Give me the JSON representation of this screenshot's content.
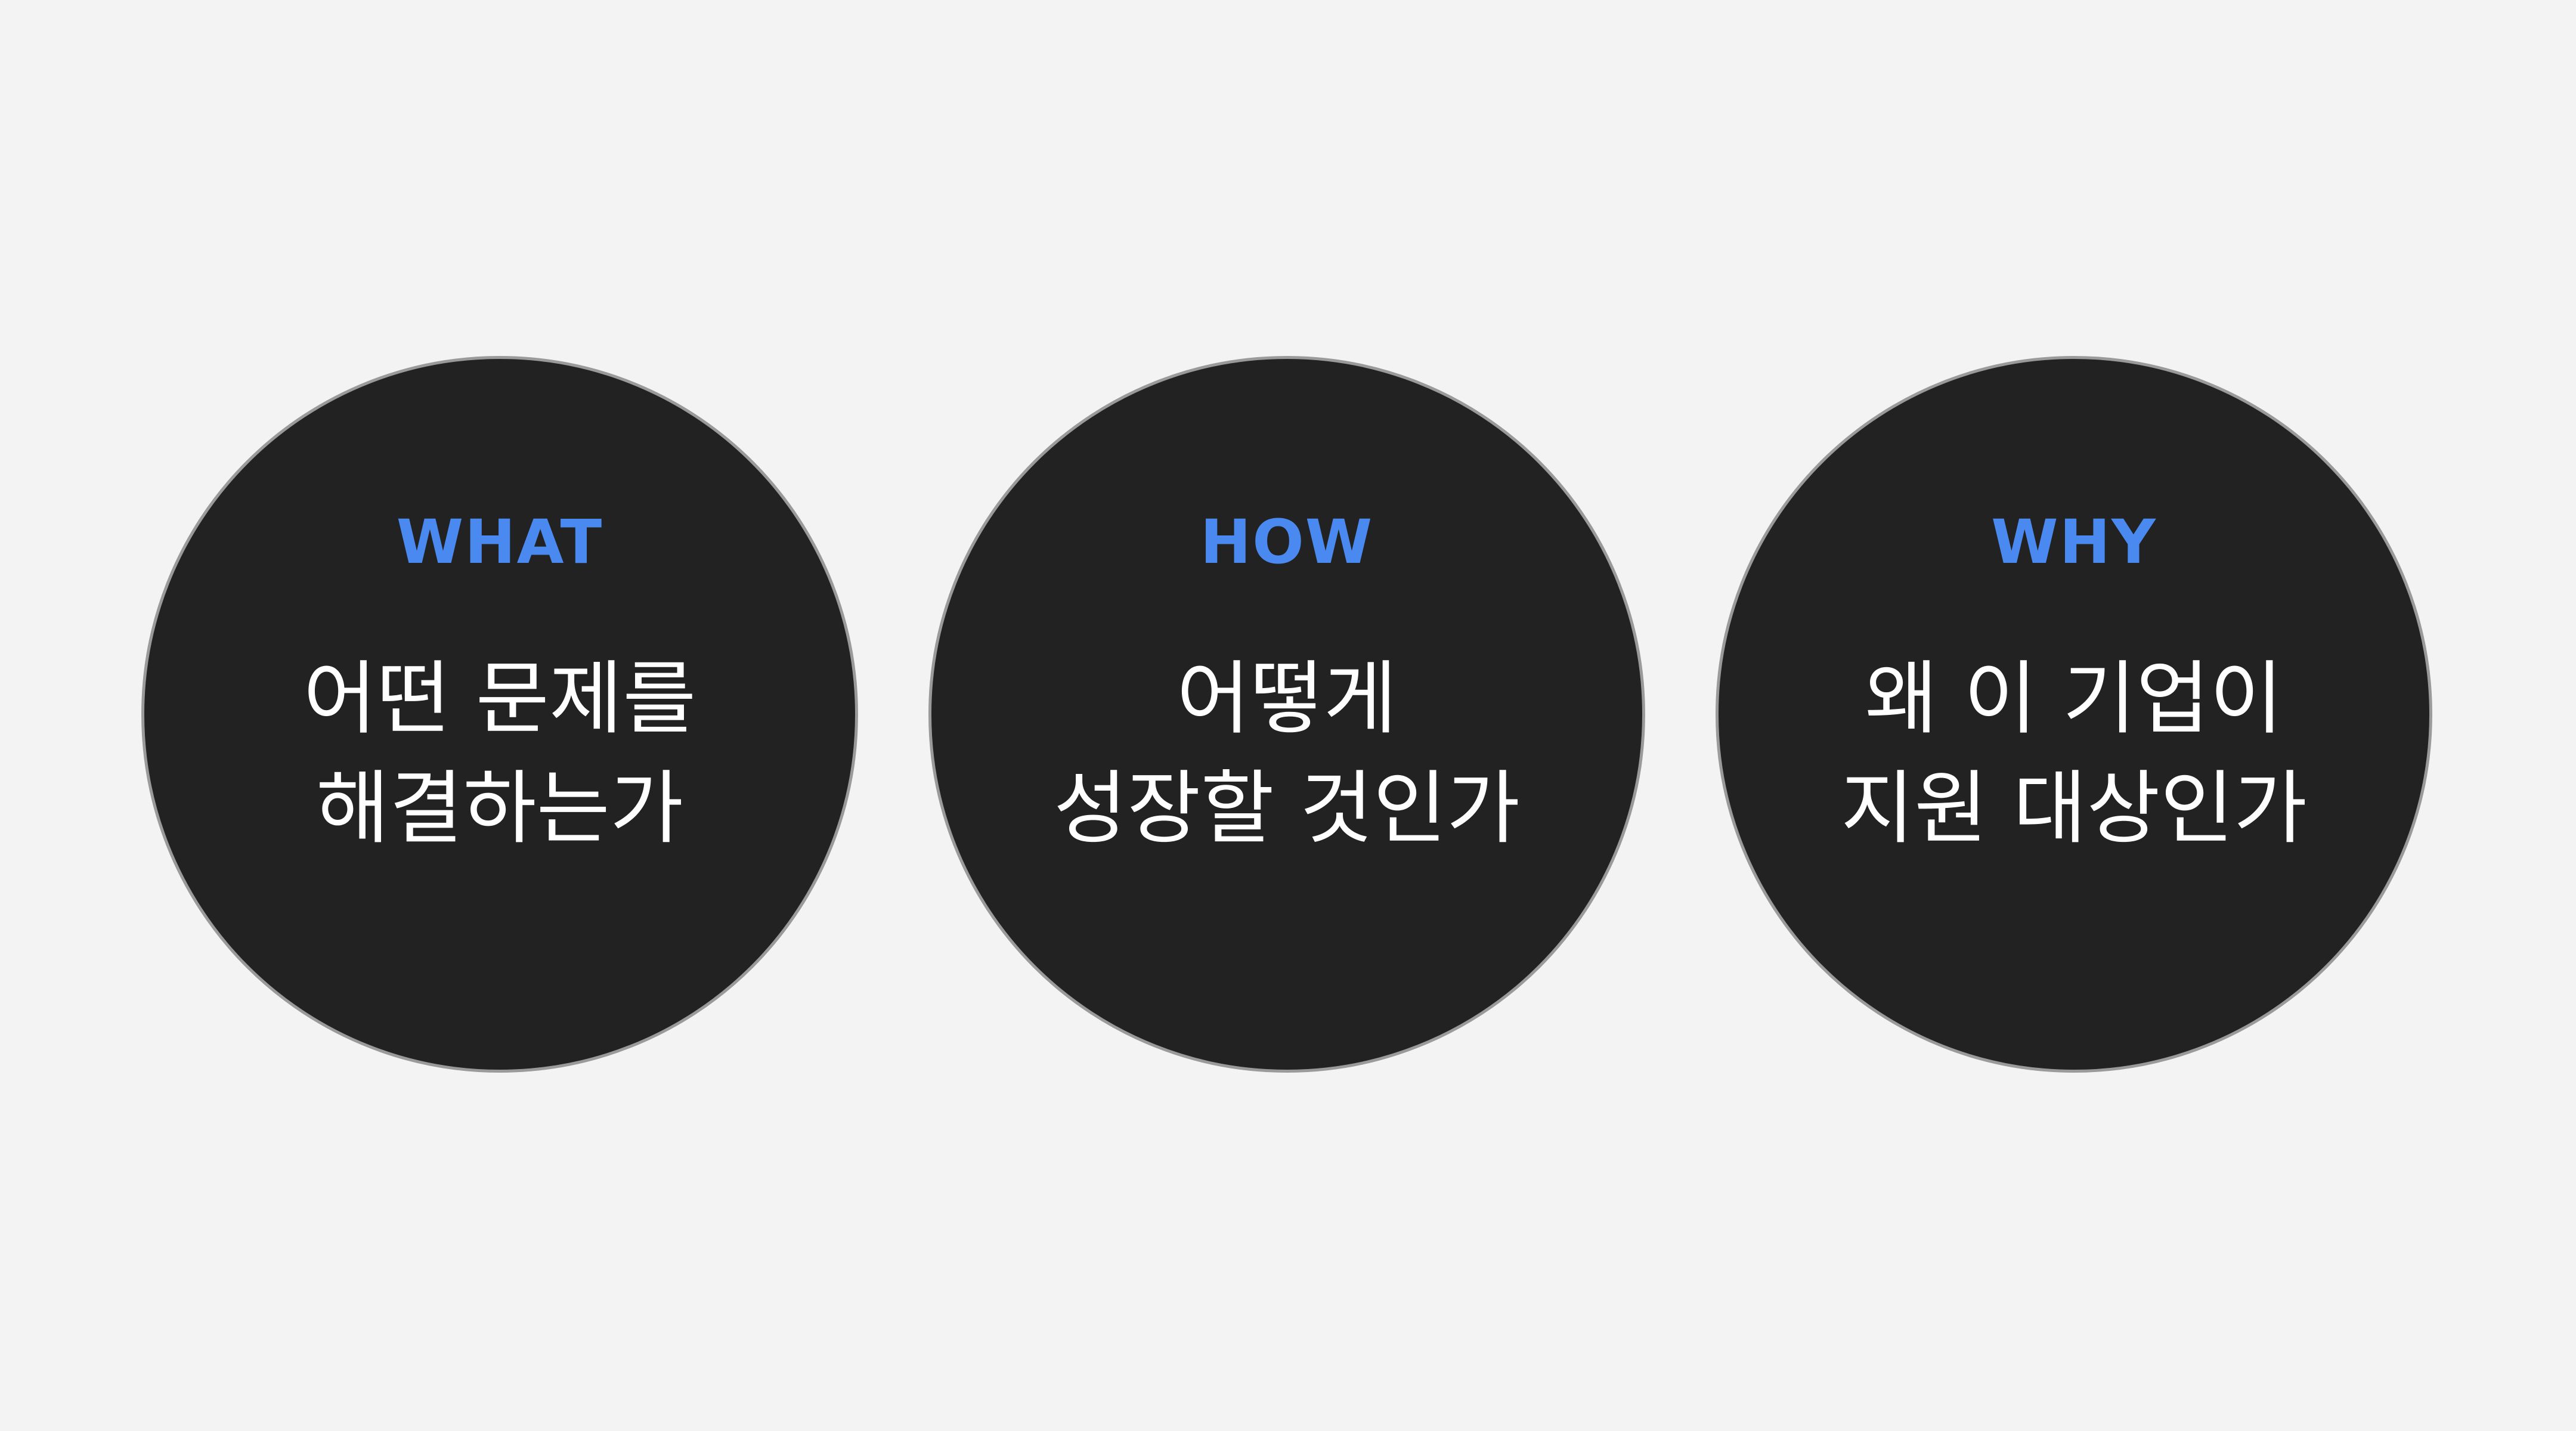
{
  "circles": [
    {
      "label": "WHAT",
      "lines": [
        "어떤 문제를",
        "해결하는가"
      ]
    },
    {
      "label": "HOW",
      "lines": [
        "어떻게",
        "성장할 것인가"
      ]
    },
    {
      "label": "WHY",
      "lines": [
        "왜 이 기업이",
        "지원 대상인가"
      ]
    }
  ],
  "colors": {
    "background": "#f3f3f3",
    "circle_fill": "#222222",
    "circle_border": "#9a9a9a",
    "accent_label": "#4a8af0",
    "text": "#ffffff"
  }
}
